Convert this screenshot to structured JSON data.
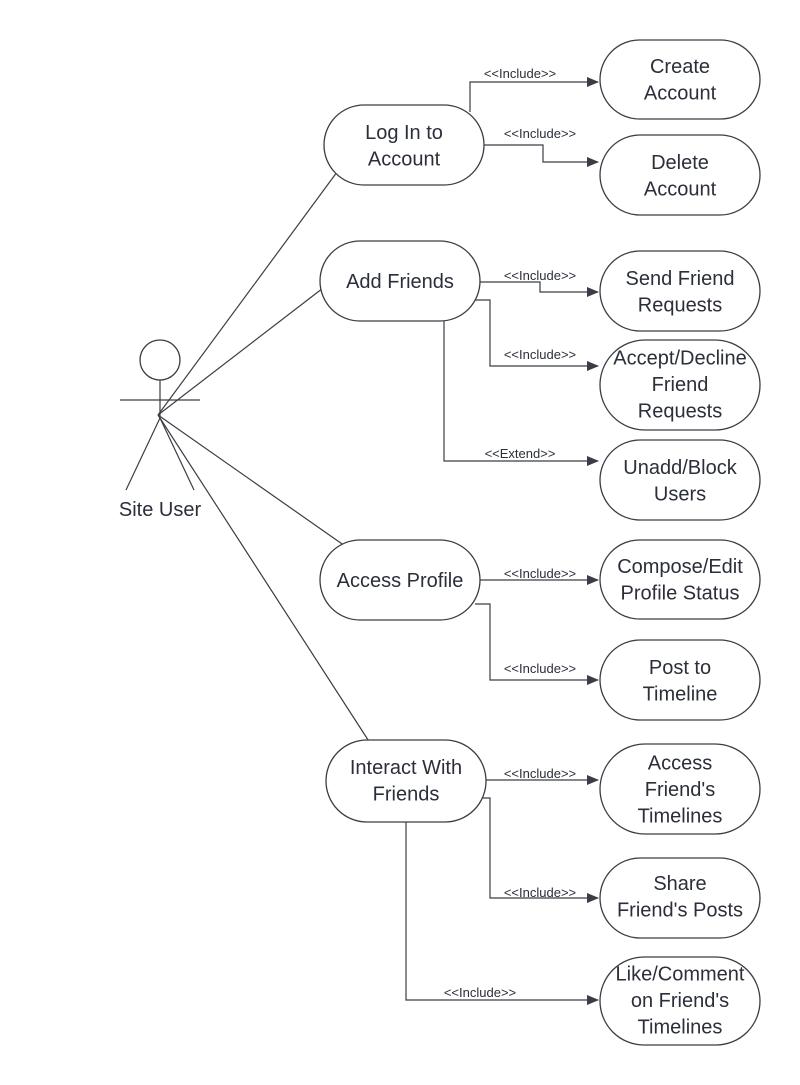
{
  "actor": {
    "label": "Site User"
  },
  "use_cases": {
    "login": {
      "lines": [
        "Log In to",
        "Account"
      ]
    },
    "add_friends": {
      "lines": [
        "Add Friends"
      ]
    },
    "access_profile": {
      "lines": [
        "Access Profile"
      ]
    },
    "interact": {
      "lines": [
        "Interact With",
        "Friends"
      ]
    },
    "create_account": {
      "lines": [
        "Create",
        "Account"
      ]
    },
    "delete_account": {
      "lines": [
        "Delete",
        "Account"
      ]
    },
    "send_requests": {
      "lines": [
        "Send Friend",
        "Requests"
      ]
    },
    "accept_decline": {
      "lines": [
        "Accept/Decline",
        "Friend",
        "Requests"
      ]
    },
    "unadd_block": {
      "lines": [
        "Unadd/Block",
        "Users"
      ]
    },
    "compose_status": {
      "lines": [
        "Compose/Edit",
        "Profile Status"
      ]
    },
    "post_timeline": {
      "lines": [
        "Post to",
        "Timeline"
      ]
    },
    "access_timelines": {
      "lines": [
        "Access",
        "Friend's",
        "Timelines"
      ]
    },
    "share_posts": {
      "lines": [
        "Share",
        "Friend's Posts"
      ]
    },
    "like_comment": {
      "lines": [
        "Like/Comment",
        "on Friend's",
        "Timelines"
      ]
    }
  },
  "relations": {
    "include": "<<Include>>",
    "extend": "<<Extend>>"
  }
}
